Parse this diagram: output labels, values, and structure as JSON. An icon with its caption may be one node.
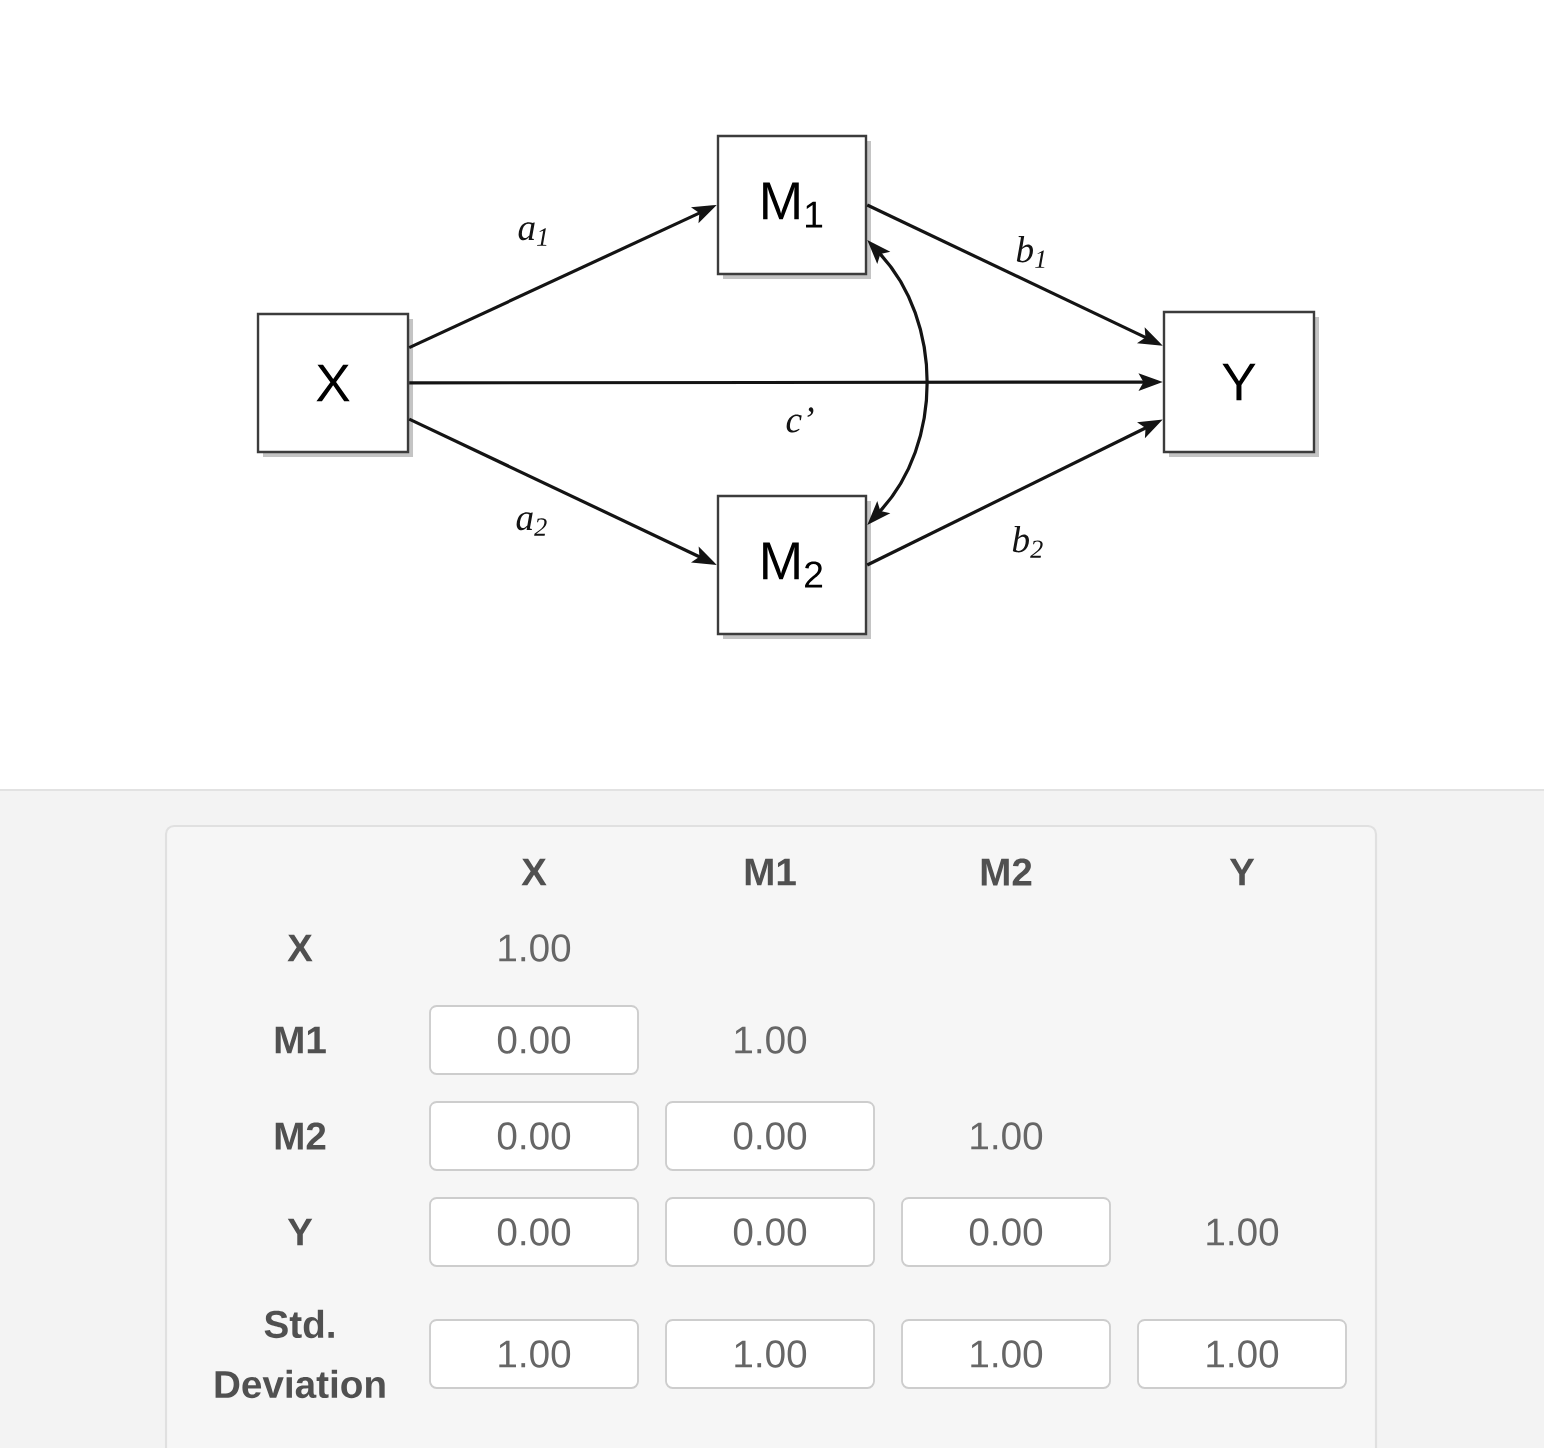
{
  "diagram": {
    "nodes": [
      {
        "text": [
          "X"
        ]
      },
      {
        "text": [
          "M$_{1}$"
        ]
      },
      {
        "text": [
          "M$_{2}$"
        ]
      },
      {
        "text": [
          "Y"
        ]
      }
    ],
    "edges": [
      {
        "from": 0,
        "to": 1,
        "arrow": "to",
        "label": "a$_{1}$"
      },
      {
        "from": 0,
        "to": 2,
        "arrow": "to",
        "label": "a$_{2}$"
      },
      {
        "from": 1,
        "to": 3,
        "arrow": "to",
        "label": "b$_{1}$"
      },
      {
        "from": 2,
        "to": 3,
        "arrow": "to",
        "label": "b$_{2}$"
      },
      {
        "from": 0,
        "to": 3,
        "arrow": "to",
        "label": "c’"
      },
      {
        "from": 1,
        "to": 2,
        "arrow": "both"
      }
    ],
    "labels": [
      "X",
      "M1",
      "M2",
      "Y",
      "X",
      "1.00",
      "M1",
      "0.00",
      "1.00",
      "M2",
      "0.00",
      "0.00",
      "1.00",
      "Y",
      "0.00",
      "0.00",
      "0.00",
      "1.00",
      "Std. Deviation",
      "1.00",
      "1.00",
      "1.00",
      "1.00"
    ]
  }
}
